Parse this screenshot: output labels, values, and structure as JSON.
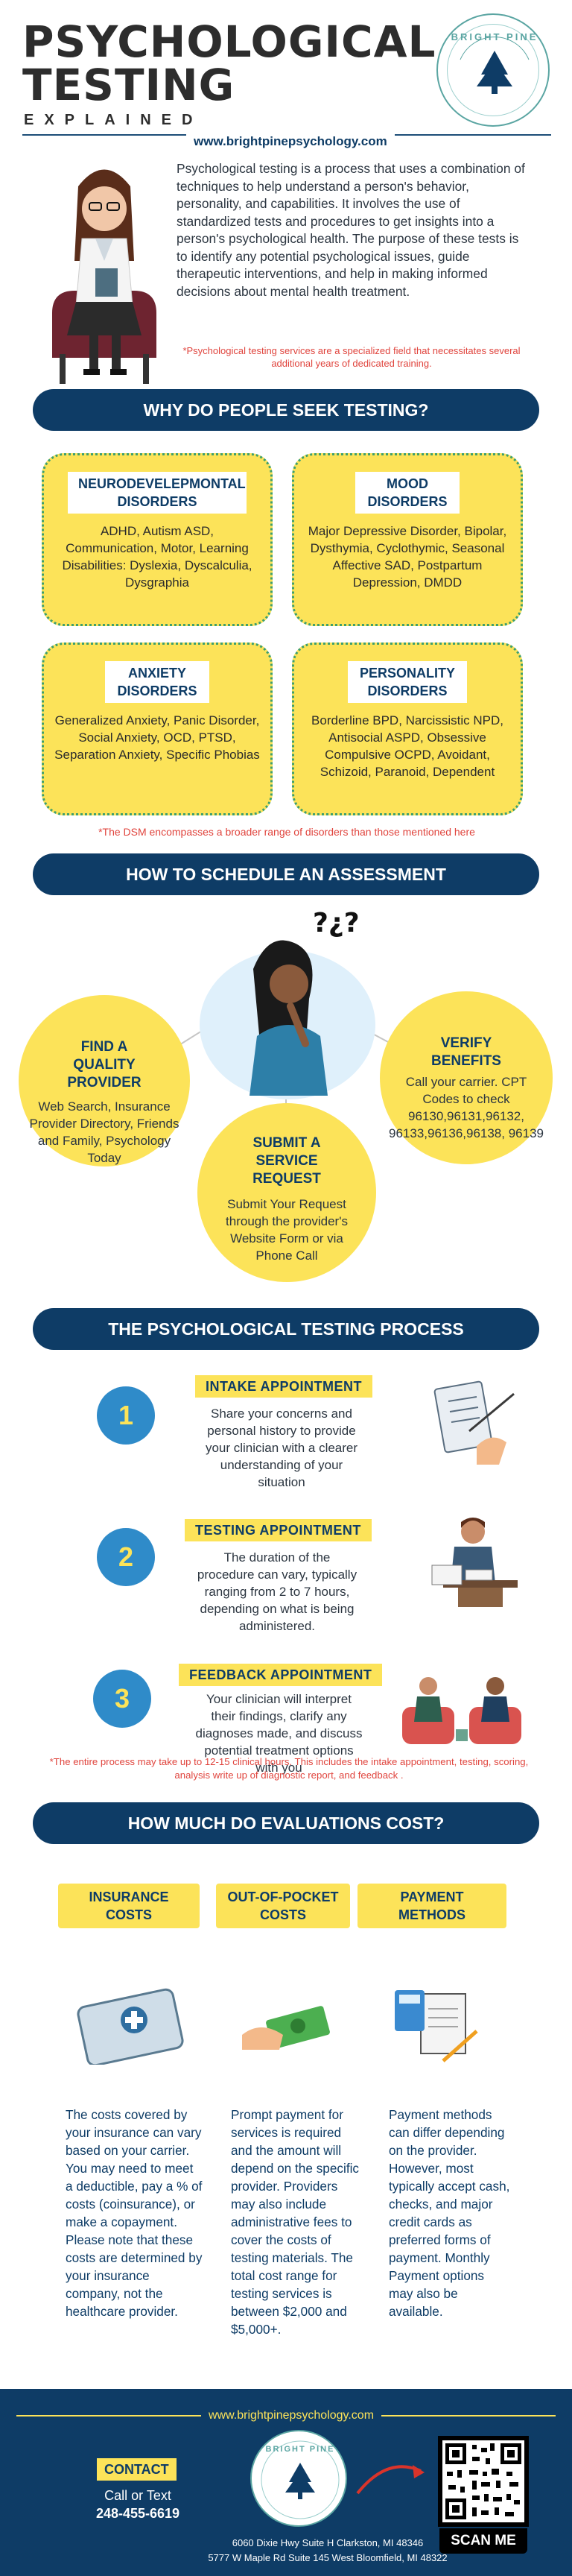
{
  "header": {
    "title_line1": "PSYCHOLOGICAL",
    "title_line2": "TESTING",
    "subtitle": "EXPLAINED",
    "url": "www.brightpinepsychology.com",
    "logo_text": "BRIGHT PINE"
  },
  "intro": {
    "text": "Psychological testing is a process that uses a combination of techniques to help understand a person's behavior, personality, and capabilities. It involves the use of standardized tests and procedures to get insights into a person's psychological health. The purpose of these tests is to identify any potential psychological issues, guide therapeutic interventions, and help in making informed decisions about mental health treatment.",
    "note": "*Psychological testing services are a specialized field that necessitates several additional years of dedicated training."
  },
  "why": {
    "banner": "WHY DO PEOPLE SEEK TESTING?",
    "cards": [
      {
        "title": "NEURODEVELEPMONTAL DISORDERS",
        "body": "ADHD, Autism ASD, Communication, Motor, Learning Disabilities: Dyslexia, Dyscalculia, Dysgraphia"
      },
      {
        "title": "MOOD DISORDERS",
        "body": "Major Depressive Disorder, Bipolar, Dysthymia, Cyclothymic, Seasonal Affective SAD, Postpartum Depression, DMDD"
      },
      {
        "title": "ANXIETY DISORDERS",
        "body": "Generalized Anxiety, Panic Disorder, Social Anxiety, OCD, PTSD, Separation Anxiety, Specific Phobias"
      },
      {
        "title": "PERSONALITY DISORDERS",
        "body": "Borderline BPD, Narcissistic NPD, Antisocial ASPD, Obsessive Compulsive OCPD, Avoidant, Schizoid, Paranoid, Dependent"
      }
    ],
    "note": "*The DSM encompasses a broader range of disorders than those mentioned here"
  },
  "schedule": {
    "banner": "HOW TO SCHEDULE AN ASSESSMENT",
    "question_marks": "?¿?",
    "find": {
      "title": "FIND A QUALITY PROVIDER",
      "body": "Web Search, Insurance Provider Directory, Friends and Family, Psychology Today"
    },
    "submit": {
      "title": "SUBMIT A SERVICE REQUEST",
      "body": "Submit Your Request through the provider's Website Form or via Phone Call"
    },
    "verify": {
      "title": "VERIFY BENEFITS",
      "body": "Call your carrier. CPT Codes to check 96130,96131,96132, 96133,96136,96138, 96139"
    }
  },
  "process": {
    "banner": "THE PSYCHOLOGICAL TESTING PROCESS",
    "steps": [
      {
        "num": "1",
        "title": "INTAKE APPOINTMENT",
        "body": "Share your concerns and personal history to provide your clinician with a clearer understanding of your situation"
      },
      {
        "num": "2",
        "title": "TESTING APPOINTMENT",
        "body": "The duration of the procedure can vary, typically ranging from 2 to 7 hours, depending on what is being administered."
      },
      {
        "num": "3",
        "title": "FEEDBACK  APPOINTMENT",
        "body": "Your clinician will interpret their findings, clarify any diagnoses made, and discuss potential treatment options with you"
      }
    ],
    "note": "*The entire process may take up to 12-15 clinical hours. This includes the intake appointment, testing, scoring, analysis write up of diagnostic report, and feedback ."
  },
  "cost": {
    "banner": "HOW MUCH DO EVALUATIONS COST?",
    "columns": [
      {
        "title": "INSURANCE COSTS",
        "body": "The costs covered by your insurance can vary based on your carrier. You may need to meet a deductible, pay a % of costs (coinsurance), or make a copayment. Please note that these costs are determined by your insurance company, not the healthcare provider."
      },
      {
        "title": "OUT-OF-POCKET COSTS",
        "body": "Prompt payment for services is required and the amount will depend on the specific provider. Providers may also include administrative fees to cover the costs of testing materials. The total cost range for testing services is between $2,000 and $5,000+."
      },
      {
        "title": "PAYMENT METHODS",
        "body": "Payment methods can differ depending on the provider. However, most typically accept cash, checks, and major credit cards as preferred forms of payment. Monthly Payment options may also be available."
      }
    ]
  },
  "footer": {
    "url": "www.brightpinepsychology.com",
    "contact_label": "CONTACT",
    "call_text": "Call or Text",
    "phone": "248-455-6619",
    "scan_label": "SCAN ME",
    "address1": "6060 Dixie Hwy Suite H Clarkston, MI 48346",
    "address2": "5777 W Maple Rd Suite 145  West Bloomfield, MI 48322"
  },
  "colors": {
    "navy": "#0e3c66",
    "yellow": "#fce359",
    "blue": "#2f8bc9",
    "red_note": "#e0443d",
    "green_border": "#3e9f6d"
  },
  "icons": [
    "logo-tree-icon",
    "psychologist-illustration",
    "thinking-woman-illustration",
    "clipboard-icon",
    "desk-writing-icon",
    "counseling-couch-icon",
    "insurance-card-icon",
    "cash-hand-icon",
    "calculator-invoice-icon",
    "arrow-icon",
    "qr-code"
  ]
}
